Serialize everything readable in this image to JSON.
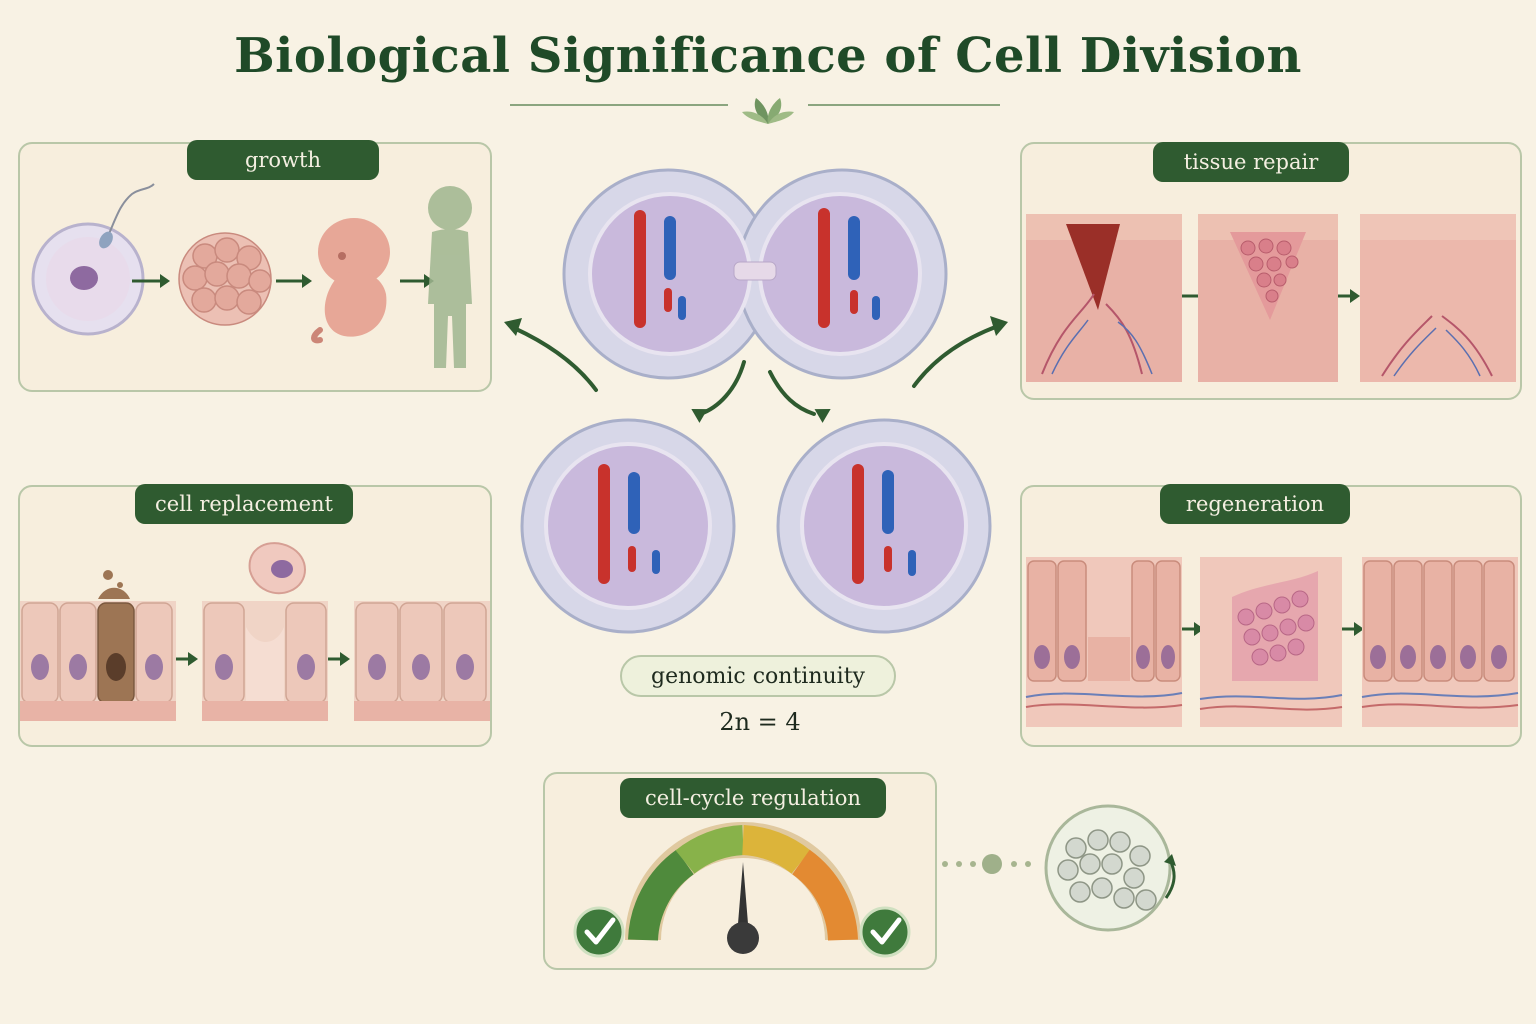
{
  "title": "Biological Significance of Cell Division",
  "panels": {
    "growth": "growth",
    "tissue_repair": "tissue repair",
    "cell_replacement": "cell replacement",
    "regeneration": "regeneration",
    "regulation": "cell-cycle regulation"
  },
  "center": {
    "label": "genomic continuity",
    "ploidy": "2n = 4"
  },
  "colors": {
    "heading": "#1f4a28",
    "pill": "#2f5b30",
    "arrow": "#2f5b30",
    "chromosome_red": "#c8322c",
    "chromosome_blue": "#2f62b8"
  }
}
